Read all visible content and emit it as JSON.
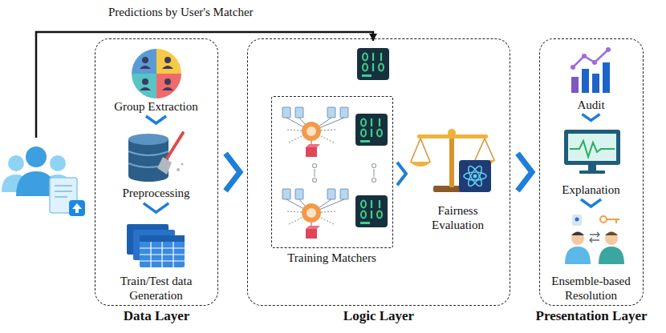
{
  "diagram": {
    "nodes": [
      {
        "text": [
          "Data Layer"
        ]
      },
      {
        "text": [
          "Group Extraction"
        ],
        "in": 0
      },
      {
        "text": [
          "Preprocessing"
        ],
        "in": 0
      },
      {
        "text": [
          "Train/Test data Generation"
        ],
        "in": 0
      },
      {
        "text": [
          "Logic Layer"
        ]
      },
      {
        "text": [
          "Training Matchers"
        ],
        "in": 4
      },
      {
        "text": [
          "Fairness Evaluation"
        ],
        "in": 4
      },
      {
        "text": [
          "Presentation Layer"
        ]
      },
      {
        "text": [
          "Audit"
        ],
        "in": 7
      },
      {
        "text": [
          "Explanation"
        ],
        "in": 7
      },
      {
        "text": [
          "Ensemble-based Resolution"
        ],
        "in": 7
      }
    ],
    "edges": [
      {
        "from": 1,
        "to": 2,
        "arrow": "to"
      },
      {
        "from": 2,
        "to": 3,
        "arrow": "to"
      },
      {
        "from": 0,
        "to": 4,
        "arrow": "to"
      },
      {
        "from": 5,
        "to": 6,
        "arrow": "to"
      },
      {
        "from": 4,
        "to": 7,
        "arrow": "to"
      },
      {
        "from": 8,
        "to": 9,
        "arrow": "to"
      },
      {
        "from": 9,
        "to": 10,
        "arrow": "to"
      }
    ],
    "labels": [
      "Predictions by User's Matcher"
    ]
  }
}
